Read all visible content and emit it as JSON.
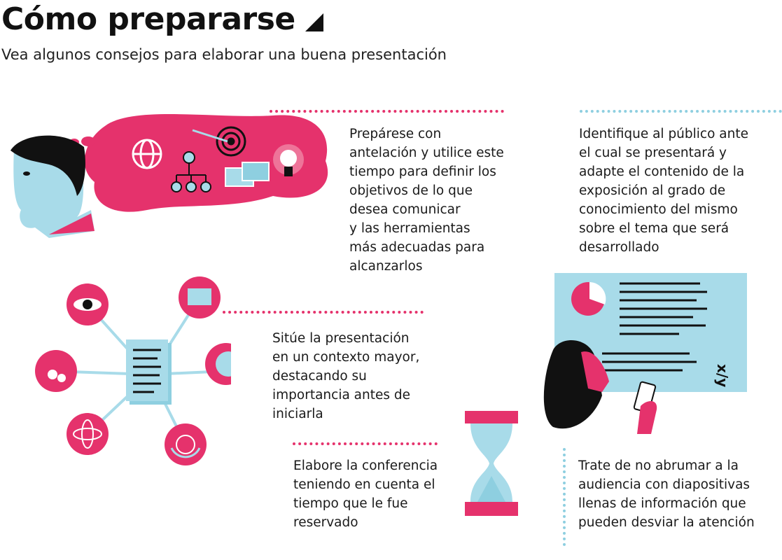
{
  "header": {
    "title": "Cómo prepararse",
    "subtitle": "Vea algunos consejos para elaborar una buena presentación"
  },
  "colors": {
    "pink": "#e5326c",
    "light_blue": "#a8dbe9",
    "black": "#111111"
  },
  "tips": [
    {
      "text": "Prepárese con\nantelación y utilice este\ntiempo para definir los\nobjetivos de lo que\ndesea comunicar\ny las herramientas\nmás adecuadas para\nalcanzarlos"
    },
    {
      "text": "Identifique al público ante\nel cual se presentará y\nadapte el contenido de la\nexposición al grado de\nconocimiento del mismo\nsobre el tema que será\ndesarrollado"
    },
    {
      "text": "Sitúe la presentación\nen un contexto mayor,\ndestacando su\nimportancia antes de\niniciarla"
    },
    {
      "text": "Elabore la conferencia\nteniendo en cuenta el\ntiempo que le fue\nreservado"
    },
    {
      "text": "Trate de no abrumar a la\naudiencia con diapositivas\nllenas de información que\npueden desviar la atención"
    }
  ],
  "slide": {
    "formula": "x/y"
  }
}
